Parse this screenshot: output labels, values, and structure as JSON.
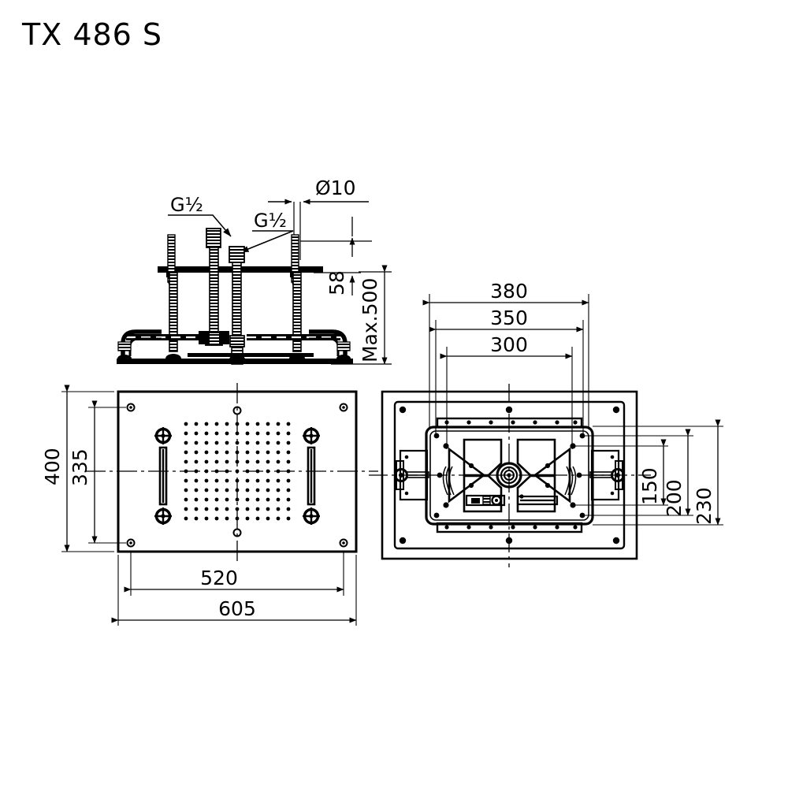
{
  "drawing": {
    "title": "TX 486 S",
    "type": "technical-drawing",
    "product": "ceiling shower head / rain panel installation drawing",
    "units": "mm",
    "line_color": "#000000",
    "background_color": "#ffffff",
    "views": [
      {
        "id": "elevation-top",
        "name": "front elevation (suspension assembly)",
        "position": "upper-left"
      },
      {
        "id": "plan-bottom",
        "name": "bottom plan view (face plate)",
        "position": "lower-left"
      },
      {
        "id": "plan-top",
        "name": "top plan view (frame / chassis)",
        "position": "lower-right"
      }
    ]
  },
  "annotations": {
    "thread_left": "G½",
    "thread_right": "G½",
    "diameter": "Ø10",
    "height_58": "58",
    "height_max": "Max.500"
  },
  "dimensions": {
    "plan_bottom": {
      "overall_width": "605",
      "hole_spacing_width": "520",
      "overall_height": "400",
      "hole_spacing_height": "335"
    },
    "plan_top": {
      "outer_width": "380",
      "mid_width": "350",
      "inner_width": "300",
      "inner_height": "150",
      "mid_height": "200",
      "outer_height": "230"
    }
  }
}
